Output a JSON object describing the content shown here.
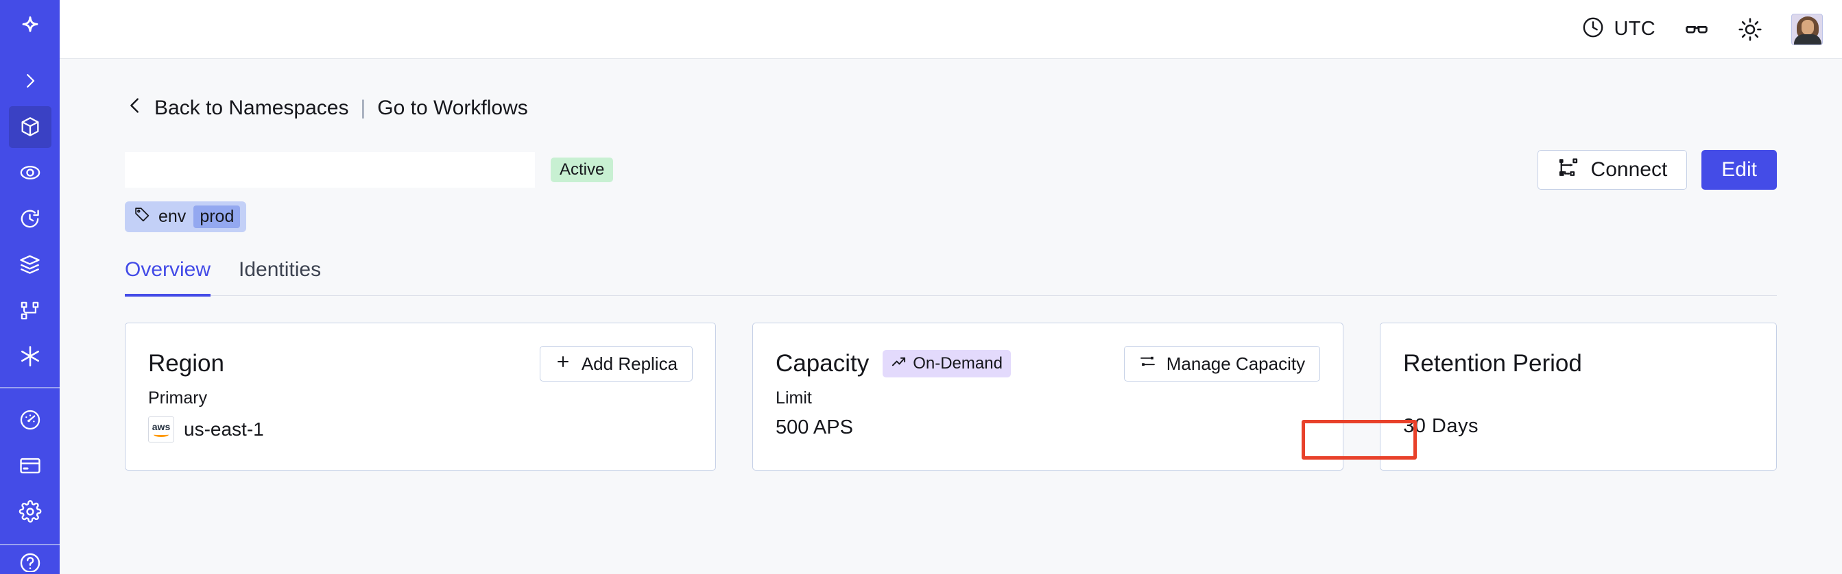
{
  "sidebar": {
    "logo_icon": "temporal-star-logo",
    "items": [
      {
        "icon": "chevron-right-icon",
        "name": "expand-sidebar"
      },
      {
        "icon": "cube-icon",
        "name": "namespaces",
        "active": true
      },
      {
        "icon": "eye-icon",
        "name": "observability"
      },
      {
        "icon": "history-clock-icon",
        "name": "schedules"
      },
      {
        "icon": "layers-icon",
        "name": "batch-operations"
      },
      {
        "icon": "workflow-graph-icon",
        "name": "workflows"
      },
      {
        "icon": "asterisk-icon",
        "name": "nexus"
      }
    ],
    "bottom_items": [
      {
        "icon": "gauge-icon",
        "name": "usage"
      },
      {
        "icon": "credit-card-icon",
        "name": "billing"
      },
      {
        "icon": "gear-icon",
        "name": "settings"
      }
    ]
  },
  "topbar": {
    "timezone": "UTC",
    "clock_icon": "clock-icon",
    "glasses_icon": "glasses-icon",
    "theme_icon": "sun-icon",
    "avatar_alt": "user-avatar"
  },
  "breadcrumb": {
    "back_icon": "chevron-left-icon",
    "back_label": "Back to Namespaces",
    "separator": "|",
    "forward_label": "Go to Workflows"
  },
  "namespace": {
    "title": "",
    "status_badge": "Active",
    "tag": {
      "icon": "tag-icon",
      "key": "env",
      "value": "prod"
    },
    "actions": {
      "connect_label": "Connect",
      "connect_icon": "connect-diagram-icon",
      "edit_label": "Edit"
    }
  },
  "tabs": [
    {
      "label": "Overview",
      "active": true
    },
    {
      "label": "Identities",
      "active": false
    }
  ],
  "cards": {
    "region": {
      "title": "Region",
      "button_label": "Add Replica",
      "button_icon": "plus-icon",
      "label": "Primary",
      "provider_icon": "aws-logo",
      "provider_text": "aws",
      "value": "us-east-1"
    },
    "capacity": {
      "title": "Capacity",
      "badge_label": "On-Demand",
      "badge_icon": "trending-up-icon",
      "button_label": "Manage Capacity",
      "button_icon": "sliders-icon",
      "label": "Limit",
      "value": "500 APS"
    },
    "retention": {
      "title": "Retention Period",
      "value": "30  Days"
    }
  },
  "colors": {
    "brand_purple": "#444ce7",
    "sidebar_bg": "#444ce7",
    "sidebar_active": "#3a41c4",
    "page_bg": "#f7f8fa",
    "card_border": "#c5d0e6",
    "badge_active_bg": "#c8f0d2",
    "badge_ondemand_bg": "#e3dafc",
    "tag_bg": "#c3d0f7",
    "tag_value_bg": "#93a8f0",
    "annotation_red": "#e8412a"
  }
}
